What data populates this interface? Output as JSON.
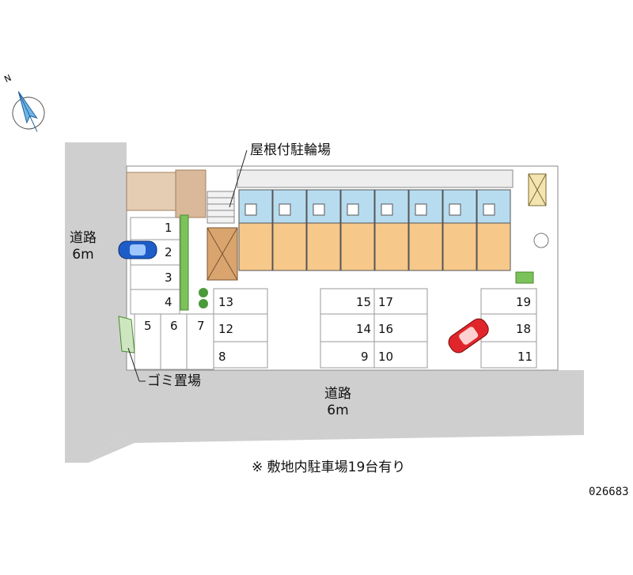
{
  "colors": {
    "road": "#cfcfcf",
    "lot": "#ffffff",
    "lot_line": "#8a8a8a",
    "unit_top": "#b7dcf0",
    "unit_body": "#f6c88a",
    "hedge": "#7cc25a",
    "stairs": "#c89a6a",
    "bike": "#d9a46e",
    "car_blue": "#1e5dc8",
    "car_red": "#e0262a"
  },
  "compass": {
    "letter": "N",
    "icon": "compass-icon"
  },
  "roads": {
    "west": {
      "name": "道路",
      "width": "6m"
    },
    "south": {
      "name": "道路",
      "width": "6m"
    }
  },
  "callouts": {
    "bicycle_parking": "屋根付駐輪場",
    "garbage": "ゴミ置場"
  },
  "building": {
    "unit_count": 8
  },
  "parking": {
    "numbers": [
      "1",
      "2",
      "3",
      "4",
      "5",
      "6",
      "7",
      "8",
      "9",
      "10",
      "11",
      "12",
      "13",
      "14",
      "15",
      "16",
      "17",
      "18",
      "19"
    ]
  },
  "cars": [
    "car-blue-icon",
    "car-red-icon"
  ],
  "footer": {
    "note": "※ 敷地内駐車場19台有り",
    "code": "026683"
  }
}
